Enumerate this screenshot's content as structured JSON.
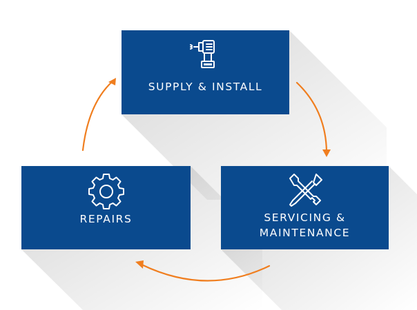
{
  "diagram": {
    "boxes": [
      {
        "label": "SUPPLY & INSTALL",
        "icon": "drill-icon"
      },
      {
        "label": "SERVICING &\nMAINTENANCE",
        "icon": "wrench-screwdriver-icon"
      },
      {
        "label": "REPAIRS",
        "icon": "gear-icon"
      }
    ],
    "colors": {
      "box": "#0a4a8e",
      "arrow": "#f07e1f",
      "text": "#ffffff"
    }
  }
}
